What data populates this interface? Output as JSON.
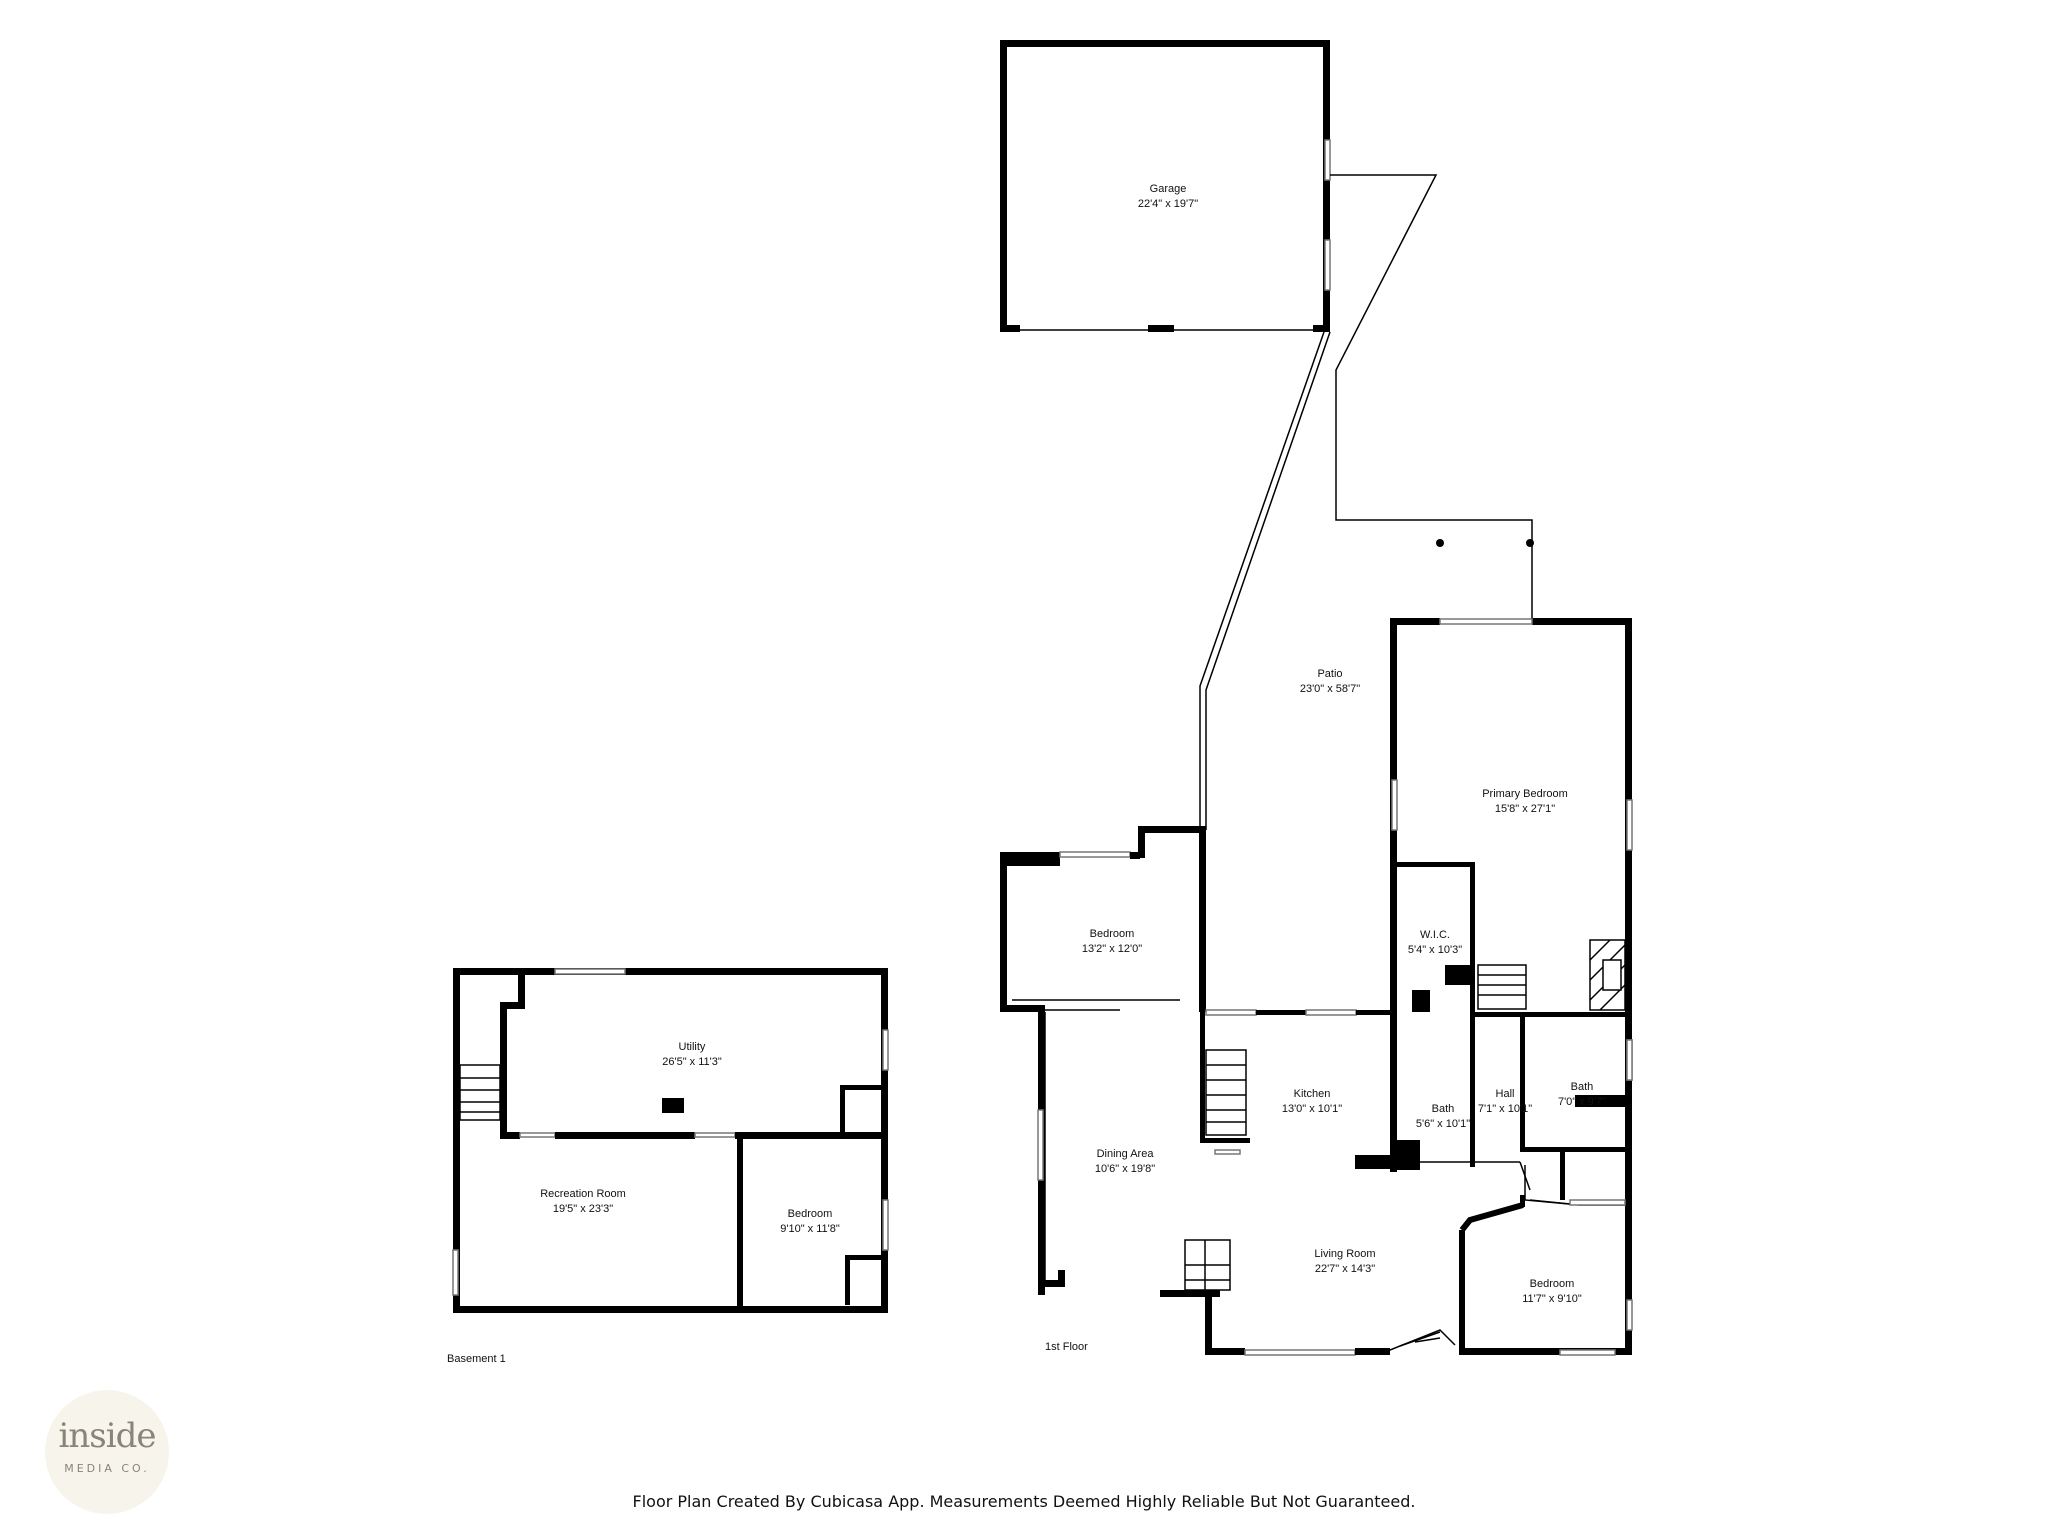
{
  "rooms": {
    "garage": {
      "name": "Garage",
      "dims": "22'4\" x 19'7\""
    },
    "patio": {
      "name": "Patio",
      "dims": "23'0\" x 58'7\""
    },
    "primary_bedroom": {
      "name": "Primary Bedroom",
      "dims": "15'8\" x 27'1\""
    },
    "bedroom_1st_nw": {
      "name": "Bedroom",
      "dims": "13'2\" x 12'0\""
    },
    "wic": {
      "name": "W.I.C.",
      "dims": "5'4\" x 10'3\""
    },
    "kitchen": {
      "name": "Kitchen",
      "dims": "13'0\" x 10'1\""
    },
    "dining_area": {
      "name": "Dining Area",
      "dims": "10'6\" x 19'8\""
    },
    "bath_center": {
      "name": "Bath",
      "dims": "5'6\" x 10'1\""
    },
    "hall": {
      "name": "Hall",
      "dims": "7'1\" x 10'1\""
    },
    "bath_east": {
      "name": "Bath",
      "dims": "7'0\" x 9'7\""
    },
    "living_room": {
      "name": "Living Room",
      "dims": "22'7\" x 14'3\""
    },
    "bedroom_1st_se": {
      "name": "Bedroom",
      "dims": "11'7\" x 9'10\""
    },
    "utility": {
      "name": "Utility",
      "dims": "26'5\" x 11'3\""
    },
    "recreation_room": {
      "name": "Recreation Room",
      "dims": "19'5\" x 23'3\""
    },
    "bedroom_basement": {
      "name": "Bedroom",
      "dims": "9'10\" x 11'8\""
    }
  },
  "floors": {
    "basement": "Basement 1",
    "first": "1st Floor"
  },
  "footer": {
    "text": "Floor Plan Created By Cubicasa App. Measurements Deemed Highly Reliable But Not Guaranteed."
  },
  "logo": {
    "main": "inside",
    "sub": "MEDIA CO."
  },
  "colors": {
    "wall": "#000000",
    "background": "#ffffff",
    "logo_bg": "#f7f4ec",
    "logo_text": "#8a8378"
  }
}
